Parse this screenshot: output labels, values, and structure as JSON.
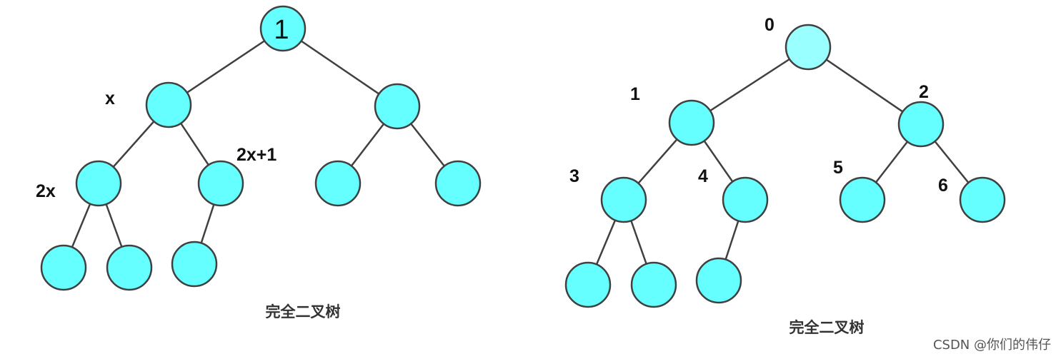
{
  "colors": {
    "node_fill": "#66ffff",
    "root_fill": "#99ffff",
    "edge": "#404040",
    "text": "#111111"
  },
  "left_tree": {
    "root_text": "1",
    "label_x": "x",
    "label_2x": "2x",
    "label_2x1": "2x+1",
    "caption": "完全二叉树"
  },
  "right_tree": {
    "labels": [
      "0",
      "1",
      "2",
      "3",
      "4",
      "5",
      "6"
    ],
    "caption": "完全二叉树"
  },
  "watermark": "CSDN @你们的伟仔"
}
